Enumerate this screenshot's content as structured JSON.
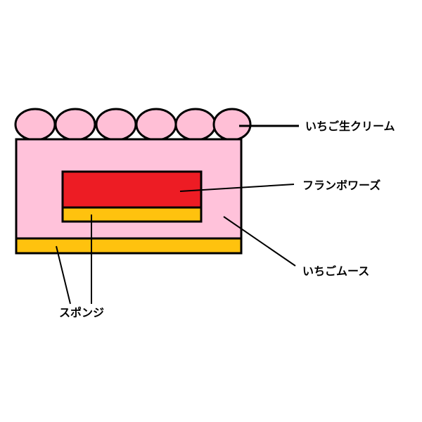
{
  "labels": {
    "cream": "いちご生クリーム",
    "framboise": "フランボワーズ",
    "mousse": "いちごムース",
    "sponge": "スポンジ"
  },
  "colors": {
    "outline": "#000000",
    "cream": "#ffbfd6",
    "mousse": "#ffc2da",
    "framboise": "#ed1c24",
    "sponge": "#ffc20e",
    "background": "#ffffff"
  }
}
